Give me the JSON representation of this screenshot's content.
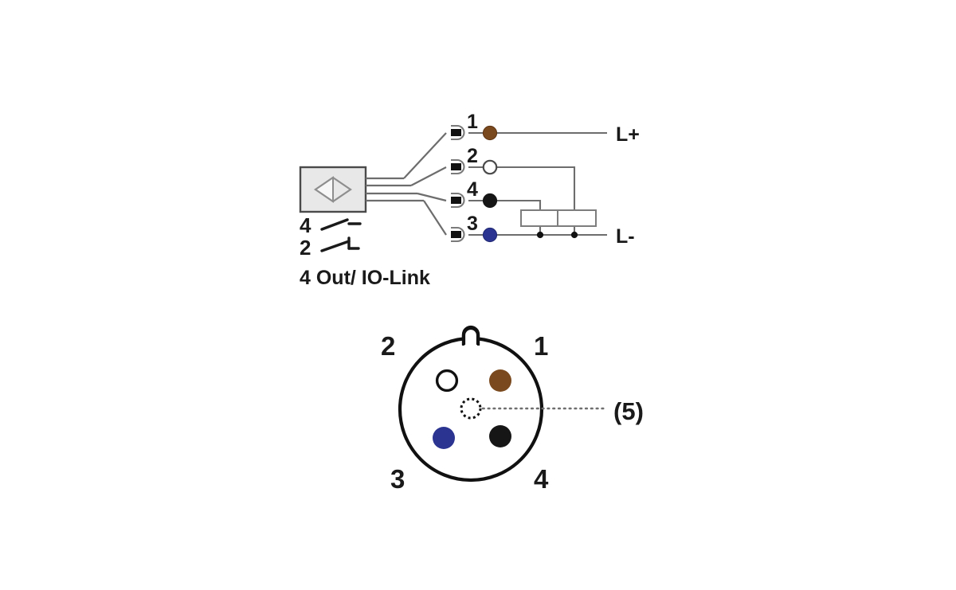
{
  "diagram": {
    "title": "4 Out/ IO-Link",
    "type": "sensor-wiring-and-connector-pinout",
    "colors": {
      "brown": "#7a4a1e",
      "white": "#ffffff",
      "blue": "#2b3490",
      "black": "#161616",
      "wire": "#6d6d6d",
      "outline": "#111111",
      "body_fill": "#e8e8e8"
    },
    "wiring": {
      "sensor_symbol": "inductive-sensor-diamond",
      "terminals": [
        {
          "pin": "1",
          "color_name": "brown",
          "color": "#7a4a1e",
          "filled": true,
          "rail": "L+"
        },
        {
          "pin": "2",
          "color_name": "white",
          "color": "#ffffff",
          "filled": false,
          "rail": "load-right"
        },
        {
          "pin": "4",
          "color_name": "black",
          "color": "#161616",
          "filled": true,
          "rail": "load-left"
        },
        {
          "pin": "3",
          "color_name": "blue",
          "color": "#2b3490",
          "filled": true,
          "rail": "L-"
        }
      ],
      "rails": [
        {
          "label": "L+"
        },
        {
          "label": "L-"
        }
      ],
      "loads": [
        {
          "name": "load-left",
          "from_pin": "4"
        },
        {
          "name": "load-right",
          "from_pin": "2"
        }
      ],
      "switch_legend": [
        {
          "output": "4",
          "symbol": "normally-open-contact"
        },
        {
          "output": "2",
          "symbol": "changeover-contact"
        }
      ]
    },
    "connector": {
      "style": "M12 4-pin + center",
      "pin_labels": {
        "top_left": "2",
        "top_right": "1",
        "bottom_left": "3",
        "bottom_right": "4",
        "center": "(5)"
      },
      "pins": [
        {
          "number": "2",
          "color_name": "white",
          "color": "#ffffff",
          "filled": false
        },
        {
          "number": "1",
          "color_name": "brown",
          "color": "#7a4a1e",
          "filled": true
        },
        {
          "number": "3",
          "color_name": "blue",
          "color": "#2b3490",
          "filled": true
        },
        {
          "number": "4",
          "color_name": "black",
          "color": "#161616",
          "filled": true
        },
        {
          "number": "(5)",
          "color_name": "none",
          "color": "#ffffff",
          "filled": false
        }
      ]
    }
  }
}
